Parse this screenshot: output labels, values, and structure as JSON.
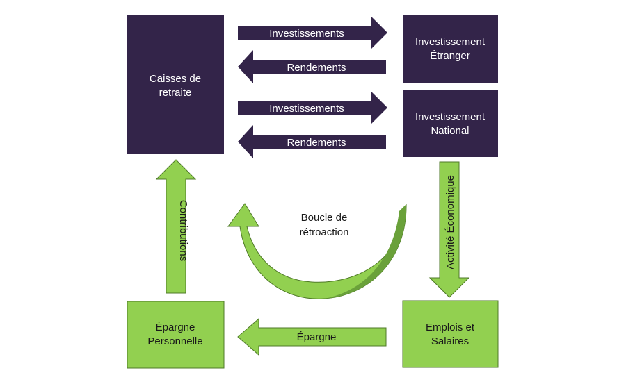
{
  "colors": {
    "purple": "#332449",
    "green": "#92d050",
    "green_dark": "#6aa13a",
    "outline": "#4f7a28"
  },
  "boxes": {
    "pension_funds": [
      "Caisses de",
      "retraite"
    ],
    "foreign_investment": [
      "Investissement",
      "Étranger"
    ],
    "national_investment": [
      "Investissement",
      "National"
    ],
    "personal_savings": [
      "Épargne",
      "Personnelle"
    ],
    "jobs_salaries": [
      "Emplois et",
      "Salaires"
    ]
  },
  "arrows": {
    "investments_foreign": "Investissements",
    "returns_foreign": "Rendements",
    "investments_national": "Investissements",
    "returns_national": "Rendements",
    "economic_activity": "Activité Économique",
    "savings": "Épargne",
    "contributions": "Contributions"
  },
  "loop": [
    "Boucle de",
    "rétroaction"
  ]
}
